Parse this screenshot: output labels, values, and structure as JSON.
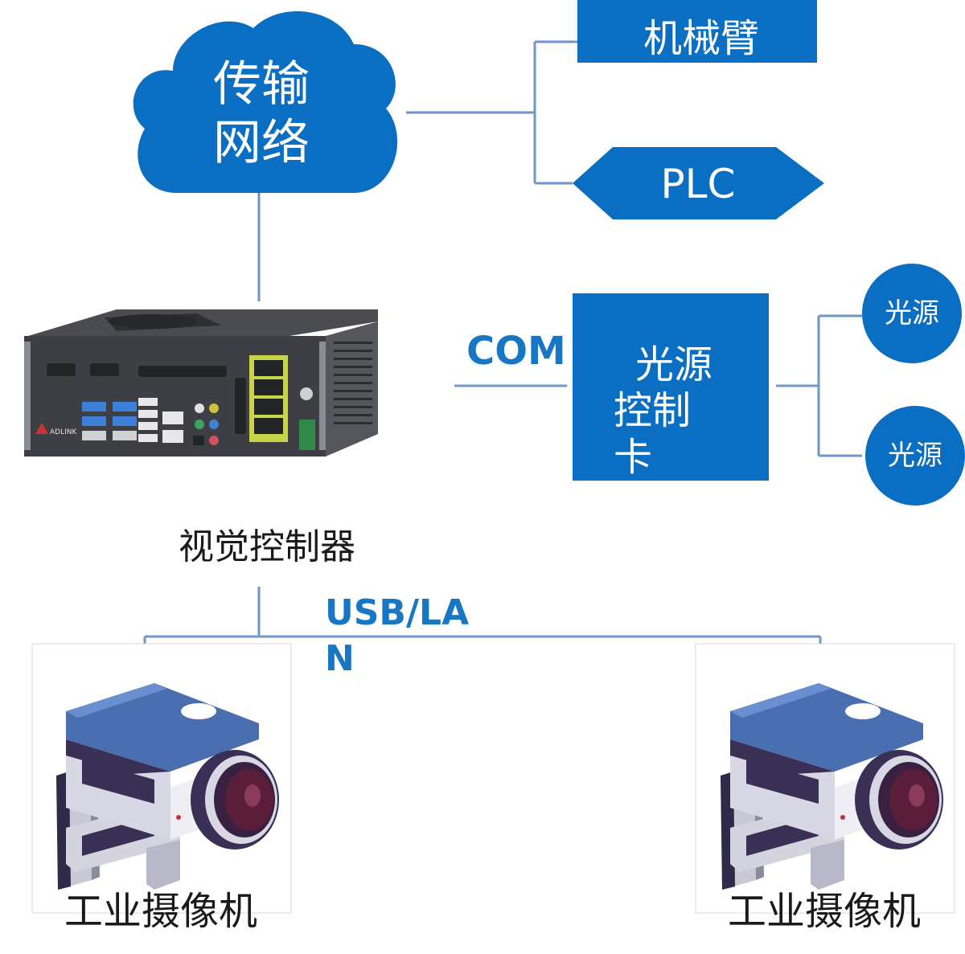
{
  "colors": {
    "accent": "#0a6fc2",
    "line": "#6f96c7",
    "text_dark": "#1a1a1a",
    "label_blue": "#1777c4"
  },
  "network": {
    "line1": "传输",
    "line2": "网络"
  },
  "robot_arm": {
    "label": "机械臂"
  },
  "plc": {
    "label": "PLC"
  },
  "com_label": "COM",
  "light_controller": {
    "line1": "光源",
    "line2": "控制",
    "line3": "卡"
  },
  "light_sources": [
    {
      "label": "光源"
    },
    {
      "label": "光源"
    }
  ],
  "vision_controller": {
    "label": "视觉控制器",
    "brand": "ADLINK"
  },
  "usb_lan_label": {
    "line1": "USB/LA",
    "line2": "N"
  },
  "cameras": [
    {
      "label": "工业摄像机"
    },
    {
      "label": "工业摄像机"
    }
  ]
}
